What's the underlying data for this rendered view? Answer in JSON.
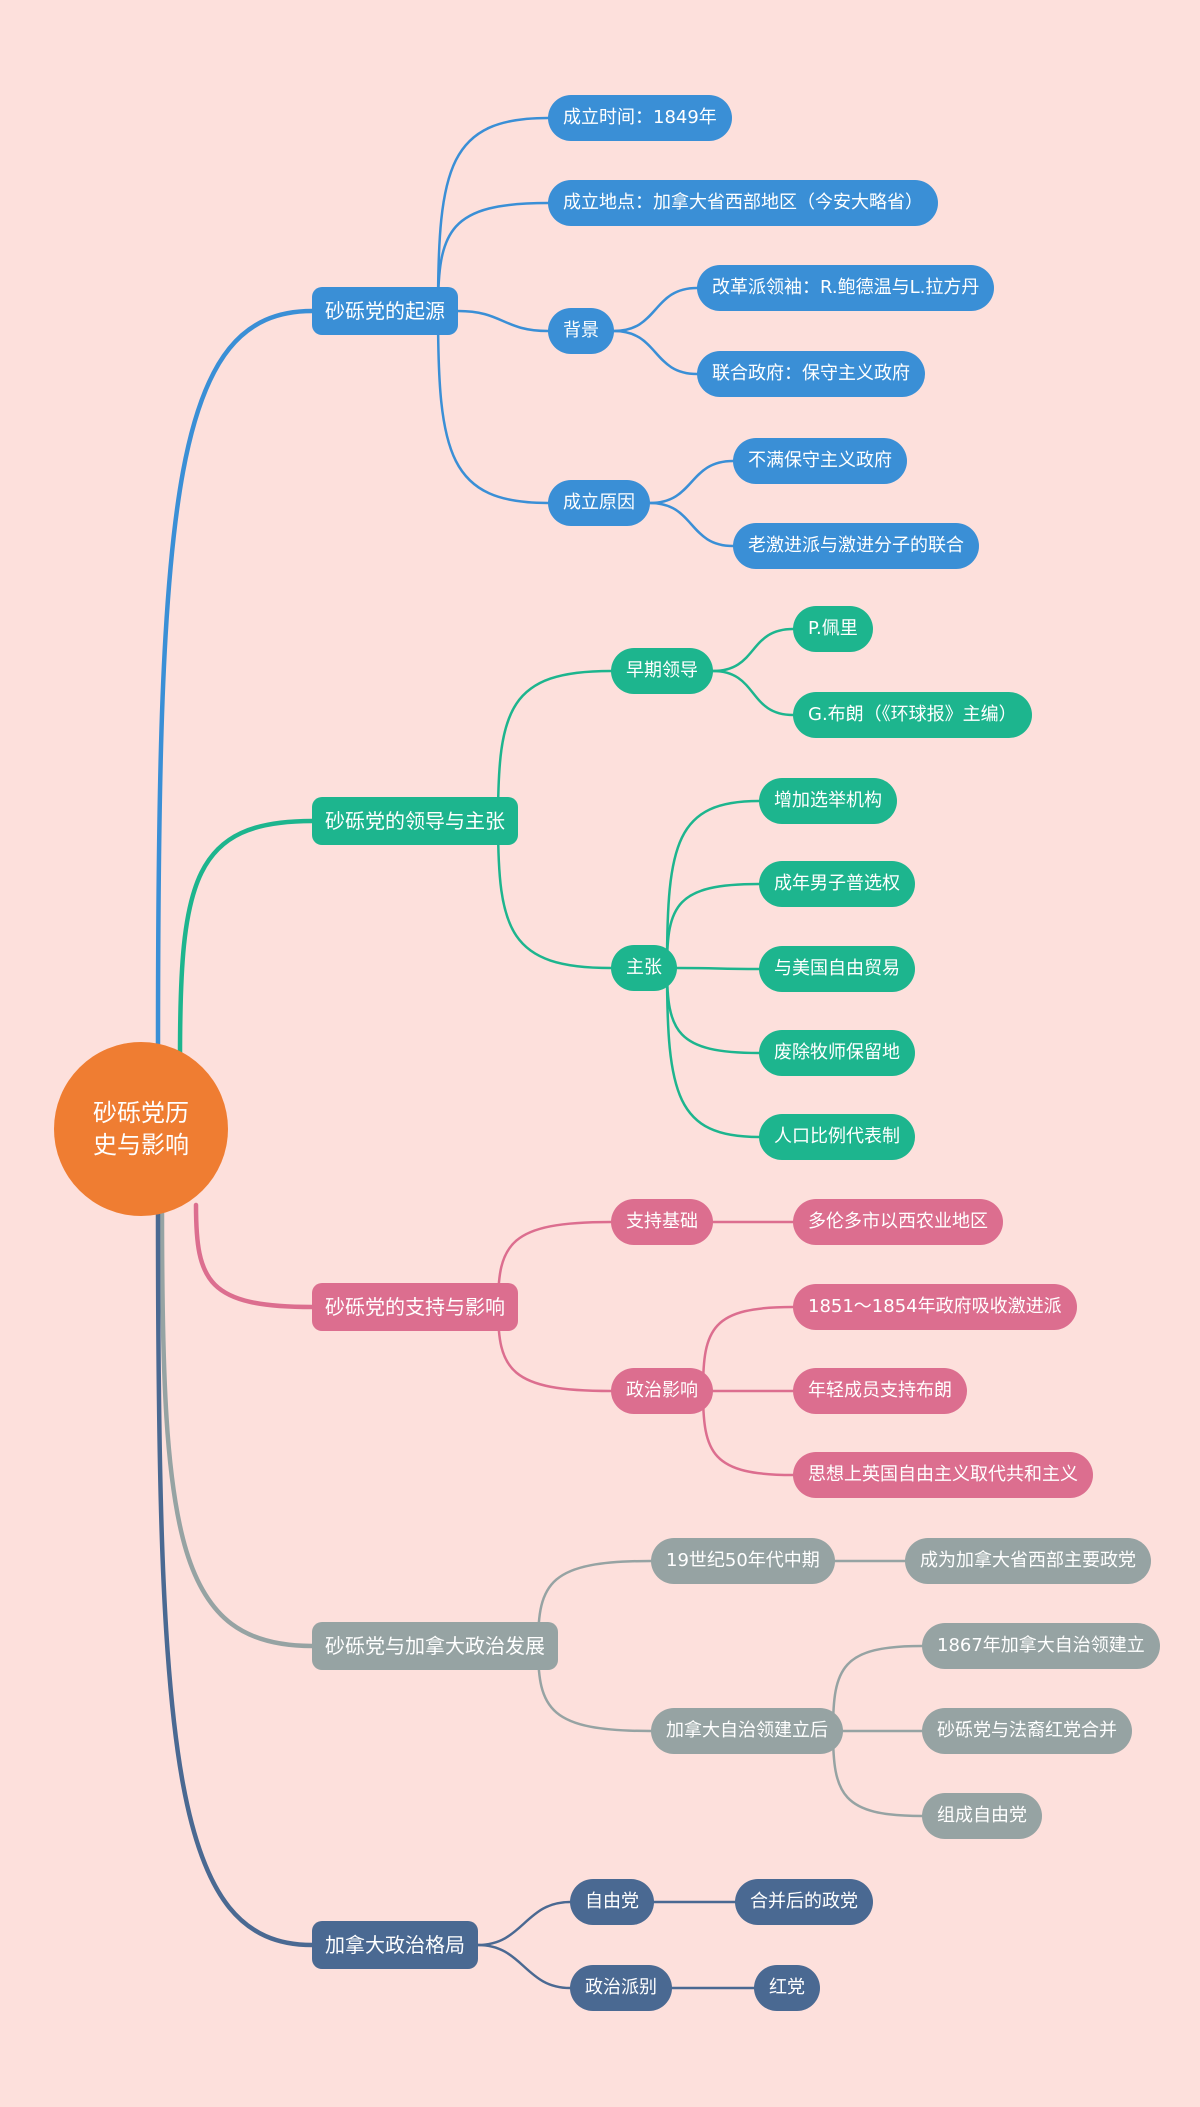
{
  "root": {
    "label": "砂砾党历史与影响"
  },
  "colors": {
    "background": "#fde0dc",
    "root": "#ef7d32",
    "blue": "#3a8fd6",
    "teal": "#1db58e",
    "pink": "#dc6e8f",
    "grey": "#96a3a3",
    "navy": "#4a6992"
  },
  "branches": [
    {
      "label": "砂砾党的起源",
      "color": "blue",
      "children": [
        {
          "label": "成立时间：1849年"
        },
        {
          "label": "成立地点：加拿大省西部地区（今安大略省）"
        },
        {
          "label": "背景",
          "children": [
            {
              "label": "改革派领袖：R.鲍德温与L.拉方丹"
            },
            {
              "label": "联合政府：保守主义政府"
            }
          ]
        },
        {
          "label": "成立原因",
          "children": [
            {
              "label": "不满保守主义政府"
            },
            {
              "label": "老激进派与激进分子的联合"
            }
          ]
        }
      ]
    },
    {
      "label": "砂砾党的领导与主张",
      "color": "teal",
      "children": [
        {
          "label": "早期领导",
          "children": [
            {
              "label": "P.佩里"
            },
            {
              "label": "G.布朗（《环球报》主编）"
            }
          ]
        },
        {
          "label": "主张",
          "children": [
            {
              "label": "增加选举机构"
            },
            {
              "label": "成年男子普选权"
            },
            {
              "label": "与美国自由贸易"
            },
            {
              "label": "废除牧师保留地"
            },
            {
              "label": "人口比例代表制"
            }
          ]
        }
      ]
    },
    {
      "label": "砂砾党的支持与影响",
      "color": "pink",
      "children": [
        {
          "label": "支持基础",
          "children": [
            {
              "label": "多伦多市以西农业地区"
            }
          ]
        },
        {
          "label": "政治影响",
          "children": [
            {
              "label": "1851～1854年政府吸收激进派"
            },
            {
              "label": "年轻成员支持布朗"
            },
            {
              "label": "思想上英国自由主义取代共和主义"
            }
          ]
        }
      ]
    },
    {
      "label": "砂砾党与加拿大政治发展",
      "color": "grey",
      "children": [
        {
          "label": "19世纪50年代中期",
          "children": [
            {
              "label": "成为加拿大省西部主要政党"
            }
          ]
        },
        {
          "label": "加拿大自治领建立后",
          "children": [
            {
              "label": "1867年加拿大自治领建立"
            },
            {
              "label": "砂砾党与法裔红党合并"
            },
            {
              "label": "组成自由党"
            }
          ]
        }
      ]
    },
    {
      "label": "加拿大政治格局",
      "color": "navy",
      "children": [
        {
          "label": "自由党",
          "children": [
            {
              "label": "合并后的政党"
            }
          ]
        },
        {
          "label": "政治派别",
          "children": [
            {
              "label": "红党"
            }
          ]
        }
      ]
    }
  ]
}
